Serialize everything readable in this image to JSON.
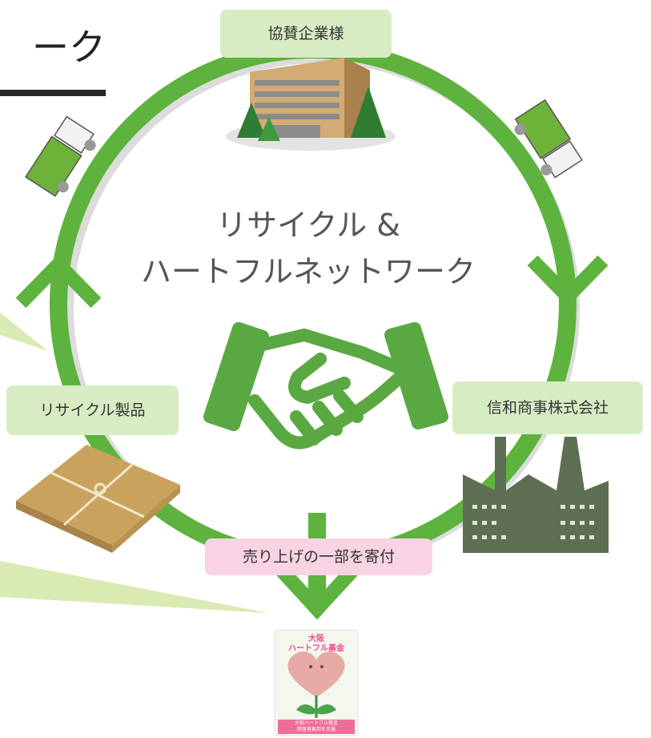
{
  "title": {
    "partial": "ーク"
  },
  "center": {
    "line1": "リサイクル &",
    "line2": "ハートフルネットワーク"
  },
  "labels": {
    "sponsors": "協賛企業様",
    "shinwa": "信和商事株式会社",
    "recycled_products": "リサイクル製品",
    "donation": "売り上げの一部を寄付"
  },
  "fund_card": {
    "line1": "大阪",
    "line2": "ハートフル基金",
    "footer1": "大阪ハートフル基金",
    "footer2": "障害者雇用を支援"
  },
  "colors": {
    "ring": "#5db33d",
    "ring_shadow": "#dcdcdc",
    "label_green": "#d8ecc4",
    "label_pink": "#f7d3e3",
    "handshake": "#5aa842",
    "factory": "#5e6e52"
  },
  "icons": [
    "building-icon",
    "truck-icon",
    "factory-icon",
    "cardboard-bundle-icon",
    "handshake-icon",
    "heart-flower-icon"
  ]
}
